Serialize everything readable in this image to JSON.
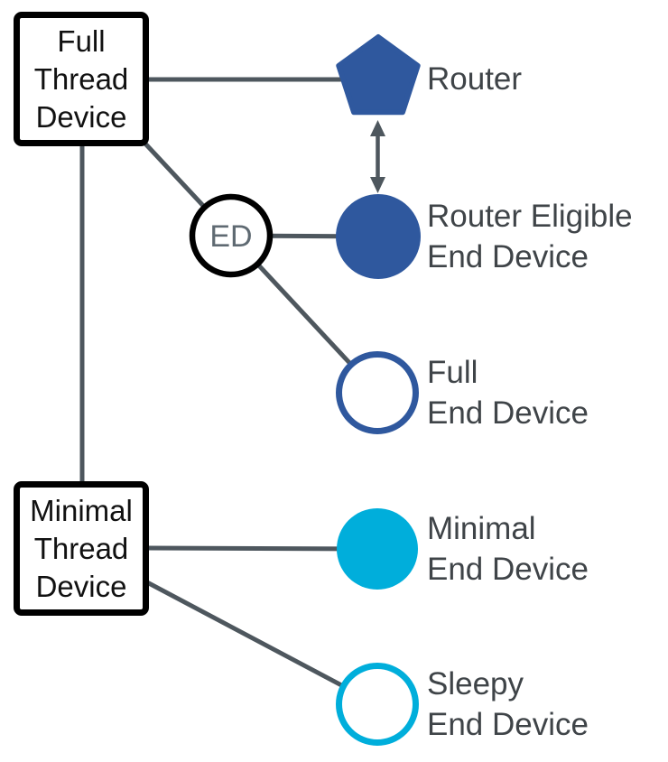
{
  "nodes": {
    "full_thread_device": {
      "lines": [
        "Full",
        "Thread",
        "Device"
      ]
    },
    "minimal_thread_device": {
      "lines": [
        "Minimal",
        "Thread",
        "Device"
      ]
    },
    "ed_badge": {
      "label": "ED"
    },
    "router": {
      "label": "Router"
    },
    "router_eligible_end_device": {
      "lines": [
        "Router Eligible",
        "End Device"
      ]
    },
    "full_end_device": {
      "lines": [
        "Full",
        "End Device"
      ]
    },
    "minimal_end_device": {
      "lines": [
        "Minimal",
        "End Device"
      ]
    },
    "sleepy_end_device": {
      "lines": [
        "Sleepy",
        "End Device"
      ]
    }
  },
  "colors": {
    "blue": "#2f589e",
    "cyan": "#00aedb",
    "line": "#4e575e",
    "black": "#000000",
    "white": "#ffffff",
    "label_text": "#3f4448",
    "ed_text": "#5f6a72"
  }
}
